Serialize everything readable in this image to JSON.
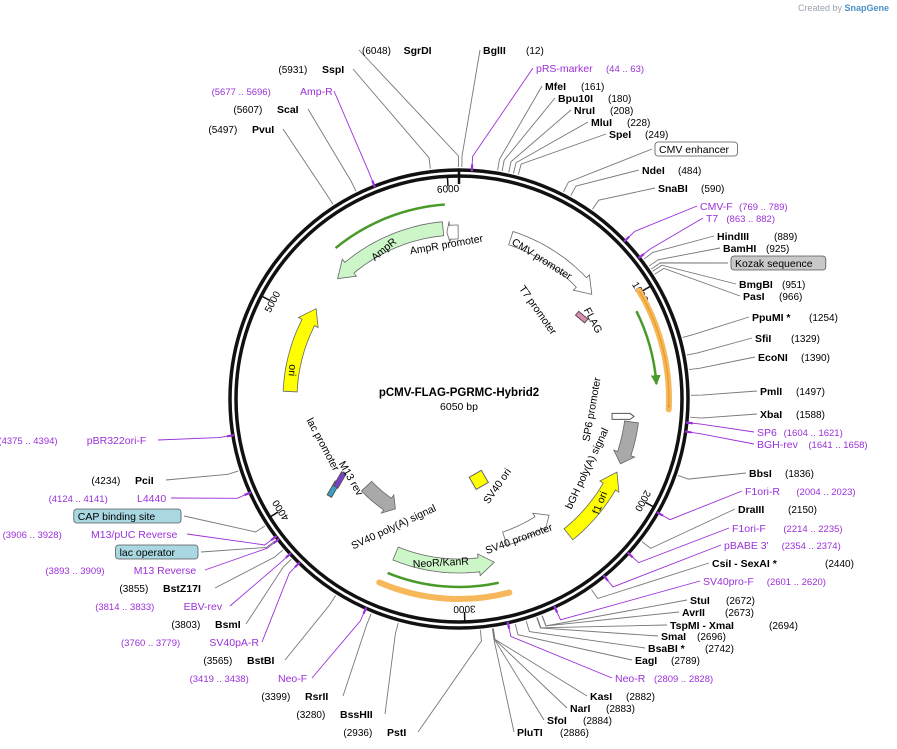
{
  "credit": {
    "prefix": "Created by",
    "brand": "SnapGene"
  },
  "plasmid": {
    "name": "pCMV-FLAG-PGRMC-Hybrid2",
    "length_label": "6050 bp"
  },
  "ticks": [
    "1000",
    "2000",
    "3000",
    "4000",
    "5000",
    "6000"
  ],
  "sites": [
    {
      "name": "SgrDI",
      "pos": "(6048)",
      "kind": "enzyme"
    },
    {
      "name": "BglII",
      "pos": "(12)",
      "kind": "enzyme"
    },
    {
      "name": "pRS-marker",
      "pos": "(44 .. 63)",
      "kind": "primer"
    },
    {
      "name": "MfeI",
      "pos": "(161)",
      "kind": "enzyme"
    },
    {
      "name": "Bpu10I",
      "pos": "(180)",
      "kind": "enzyme"
    },
    {
      "name": "NruI",
      "pos": "(208)",
      "kind": "enzyme"
    },
    {
      "name": "MluI",
      "pos": "(228)",
      "kind": "enzyme"
    },
    {
      "name": "SpeI",
      "pos": "(249)",
      "kind": "enzyme"
    },
    {
      "name": "CMV enhancer",
      "pos": "",
      "kind": "featbox"
    },
    {
      "name": "NdeI",
      "pos": "(484)",
      "kind": "enzyme"
    },
    {
      "name": "SnaBI",
      "pos": "(590)",
      "kind": "enzyme"
    },
    {
      "name": "CMV-F",
      "pos": "(769 .. 789)",
      "kind": "primer"
    },
    {
      "name": "T7",
      "pos": "(863 .. 882)",
      "kind": "primer"
    },
    {
      "name": "HindIII",
      "pos": "(889)",
      "kind": "enzyme"
    },
    {
      "name": "BamHI",
      "pos": "(925)",
      "kind": "enzyme"
    },
    {
      "name": "Kozak sequence",
      "pos": "",
      "kind": "graybox"
    },
    {
      "name": "BmgBI",
      "pos": "(951)",
      "kind": "enzyme"
    },
    {
      "name": "PasI",
      "pos": "(966)",
      "kind": "enzyme"
    },
    {
      "name": "PpuMI *",
      "pos": "(1254)",
      "kind": "enzyme"
    },
    {
      "name": "SfiI",
      "pos": "(1329)",
      "kind": "enzyme"
    },
    {
      "name": "EcoNI",
      "pos": "(1390)",
      "kind": "enzyme"
    },
    {
      "name": "PmlI",
      "pos": "(1497)",
      "kind": "enzyme"
    },
    {
      "name": "XbaI",
      "pos": "(1588)",
      "kind": "enzyme"
    },
    {
      "name": "SP6",
      "pos": "(1604 .. 1621)",
      "kind": "primer"
    },
    {
      "name": "BGH-rev",
      "pos": "(1641 .. 1658)",
      "kind": "primer"
    },
    {
      "name": "BbsI",
      "pos": "(1836)",
      "kind": "enzyme"
    },
    {
      "name": "F1ori-R",
      "pos": "(2004 .. 2023)",
      "kind": "primer"
    },
    {
      "name": "DraIII",
      "pos": "(2150)",
      "kind": "enzyme"
    },
    {
      "name": "F1ori-F",
      "pos": "(2214 .. 2235)",
      "kind": "primer"
    },
    {
      "name": "pBABE 3'",
      "pos": "(2354 .. 2374)",
      "kind": "primer"
    },
    {
      "name": "CsiI  - SexAI *",
      "pos": "(2440)",
      "kind": "enzyme"
    },
    {
      "name": "SV40pro-F",
      "pos": "(2601 .. 2620)",
      "kind": "primer"
    },
    {
      "name": "StuI",
      "pos": "(2672)",
      "kind": "enzyme"
    },
    {
      "name": "AvrII",
      "pos": "(2673)",
      "kind": "enzyme"
    },
    {
      "name": "TspMI  - XmaI",
      "pos": "(2694)",
      "kind": "enzyme"
    },
    {
      "name": "SmaI",
      "pos": "(2696)",
      "kind": "enzyme"
    },
    {
      "name": "BsaBI *",
      "pos": "(2742)",
      "kind": "enzyme"
    },
    {
      "name": "EagI",
      "pos": "(2789)",
      "kind": "enzyme"
    },
    {
      "name": "Neo-R",
      "pos": "(2809 .. 2828)",
      "kind": "primer"
    },
    {
      "name": "KasI",
      "pos": "(2882)",
      "kind": "enzyme"
    },
    {
      "name": "NarI",
      "pos": "(2883)",
      "kind": "enzyme"
    },
    {
      "name": "SfoI",
      "pos": "(2884)",
      "kind": "enzyme"
    },
    {
      "name": "PluTI",
      "pos": "(2886)",
      "kind": "enzyme"
    },
    {
      "name": "PstI",
      "pos": "(2936)",
      "kind": "enzyme"
    },
    {
      "name": "BssHII",
      "pos": "(3280)",
      "kind": "enzyme"
    },
    {
      "name": "RsrII",
      "pos": "(3399)",
      "kind": "enzyme"
    },
    {
      "name": "Neo-F",
      "pos": "(3419 .. 3438)",
      "kind": "primer"
    },
    {
      "name": "BstBI",
      "pos": "(3565)",
      "kind": "enzyme"
    },
    {
      "name": "SV40pA-R",
      "pos": "(3760 .. 3779)",
      "kind": "primer"
    },
    {
      "name": "BsmI",
      "pos": "(3803)",
      "kind": "enzyme"
    },
    {
      "name": "EBV-rev",
      "pos": "(3814 .. 3833)",
      "kind": "primer"
    },
    {
      "name": "BstZ17I",
      "pos": "(3855)",
      "kind": "enzyme"
    },
    {
      "name": "M13 Reverse",
      "pos": "(3893 .. 3909)",
      "kind": "primer"
    },
    {
      "name": "lac operator",
      "pos": "",
      "kind": "bluebox"
    },
    {
      "name": "M13/pUC Reverse",
      "pos": "(3906 .. 3928)",
      "kind": "primer"
    },
    {
      "name": "CAP binding site",
      "pos": "",
      "kind": "bluebox"
    },
    {
      "name": "L4440",
      "pos": "(4124 .. 4141)",
      "kind": "primer"
    },
    {
      "name": "PciI",
      "pos": "(4234)",
      "kind": "enzyme"
    },
    {
      "name": "pBR322ori-F",
      "pos": "(4375 .. 4394)",
      "kind": "primer"
    },
    {
      "name": "PvuI",
      "pos": "(5497)",
      "kind": "enzyme"
    },
    {
      "name": "ScaI",
      "pos": "(5607)",
      "kind": "enzyme"
    },
    {
      "name": "Amp-R",
      "pos": "(5677 .. 5696)",
      "kind": "primer"
    },
    {
      "name": "SspI",
      "pos": "(5931)",
      "kind": "enzyme"
    }
  ],
  "features": [
    {
      "name": "CMV promoter",
      "kind": "promoter"
    },
    {
      "name": "T7 promoter",
      "kind": "promoter"
    },
    {
      "name": "FLAG",
      "kind": "tag"
    },
    {
      "name": "SP6 promoter",
      "kind": "promoter"
    },
    {
      "name": "bGH poly(A) signal",
      "kind": "terminator"
    },
    {
      "name": "f1 ori",
      "kind": "origin"
    },
    {
      "name": "SV40 promoter",
      "kind": "promoter"
    },
    {
      "name": "SV40 ori",
      "kind": "origin"
    },
    {
      "name": "NeoR/KanR",
      "kind": "cds"
    },
    {
      "name": "SV40 poly(A) signal",
      "kind": "terminator"
    },
    {
      "name": "M13 rev",
      "kind": "primer_bind"
    },
    {
      "name": "lac promoter",
      "kind": "promoter"
    },
    {
      "name": "ori",
      "kind": "origin"
    },
    {
      "name": "AmpR",
      "kind": "cds"
    },
    {
      "name": "AmpR promoter",
      "kind": "promoter"
    }
  ],
  "colors": {
    "enzyme": "#000000",
    "primer": "#9b30d9",
    "cds": "#ccf5c8",
    "origin": "#ffff00",
    "promoter": "#ffffff",
    "terminator": "#a9a9a9",
    "orf": "#f6b85a",
    "orf_line": "#4a9a2a",
    "bluebox": "#a9d8e2",
    "graybox": "#c8c8c8"
  }
}
